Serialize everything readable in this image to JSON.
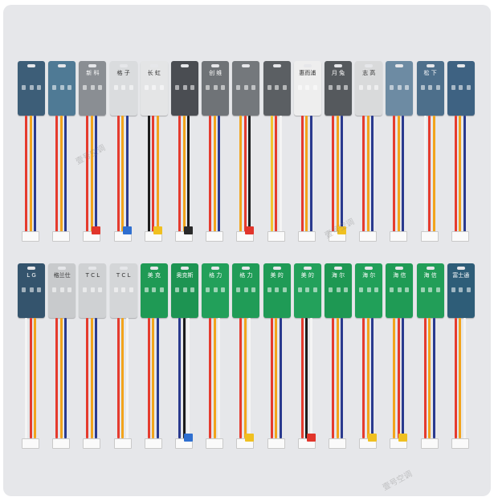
{
  "image": {
    "description_free": true,
    "watermarks": [
      "壹号空调",
      "壹号空调",
      "壹号空调"
    ]
  },
  "colors": {
    "background": "#e6e7ea",
    "wire_red": "#e53b2e",
    "wire_orange": "#f2a41c",
    "wire_yellow": "#f3c431",
    "wire_blue": "#2a3a8e",
    "wire_white": "#f4f4f4",
    "wire_black": "#1c1c1c"
  },
  "row1": [
    {
      "tag_color": "#3d5e78",
      "label": "",
      "wires": [
        "#e53b2e",
        "#f2a41c",
        "#2a3a8e"
      ],
      "connector": "white"
    },
    {
      "tag_color": "#4f7a95",
      "label": "",
      "wires": [
        "#e53b2e",
        "#f2a41c",
        "#2a3a8e"
      ],
      "connector": "white"
    },
    {
      "tag_color": "#8a8e93",
      "label": "新 科",
      "wires": [
        "#e53b2e",
        "#f2a41c",
        "#2a3a8e"
      ],
      "connector": "red"
    },
    {
      "tag_color": "#dadcde",
      "label": "格 子",
      "wires": [
        "#e53b2e",
        "#f2a41c",
        "#2a3a8e"
      ],
      "connector": "blue"
    },
    {
      "tag_color": "#e4e5e6",
      "label": "长 虹",
      "wires": [
        "#1c1c1c",
        "#e53b2e",
        "#f2a41c"
      ],
      "connector": "yellow"
    },
    {
      "tag_color": "#4a4d52",
      "label": "",
      "wires": [
        "#e53b2e",
        "#f2a41c",
        "#1c1c1c"
      ],
      "connector": "black"
    },
    {
      "tag_color": "#6f7377",
      "label": "创 维",
      "wires": [
        "#e53b2e",
        "#f2a41c",
        "#2a3a8e"
      ],
      "connector": "white"
    },
    {
      "tag_color": "#74787c",
      "label": "",
      "wires": [
        "#f2a41c",
        "#e53b2e",
        "#1c1c1c"
      ],
      "connector": "red"
    },
    {
      "tag_color": "#5b5f63",
      "label": "",
      "wires": [
        "#f3c431",
        "#e53b2e",
        "#f4f4f4"
      ],
      "connector": "white"
    },
    {
      "tag_color": "#eeeeee",
      "label": "惠而浦",
      "wires": [
        "#e53b2e",
        "#f2a41c",
        "#2a3a8e"
      ],
      "connector": "white"
    },
    {
      "tag_color": "#55595d",
      "label": "月 兔",
      "wires": [
        "#e53b2e",
        "#f2a41c",
        "#2a3a8e"
      ],
      "connector": "yellow"
    },
    {
      "tag_color": "#d9dadb",
      "label": "志 高",
      "wires": [
        "#e53b2e",
        "#f2a41c",
        "#2a3a8e"
      ],
      "connector": "white"
    },
    {
      "tag_color": "#6d8ba3",
      "label": "",
      "wires": [
        "#e53b2e",
        "#f2a41c",
        "#2a3a8e"
      ],
      "connector": "white"
    },
    {
      "tag_color": "#4d6f8b",
      "label": "松 下",
      "wires": [
        "#f4f4f4",
        "#e53b2e",
        "#f2a41c"
      ],
      "connector": "white"
    },
    {
      "tag_color": "#3e6282",
      "label": "",
      "wires": [
        "#e53b2e",
        "#f2a41c",
        "#2a3a8e"
      ],
      "connector": "white"
    }
  ],
  "row2": [
    {
      "tag_color": "#34546d",
      "label": "L G",
      "wires": [
        "#f4f4f4",
        "#e53b2e",
        "#f2a41c"
      ],
      "connector": "white"
    },
    {
      "tag_color": "#c8cacc",
      "label": "格兰仕",
      "wires": [
        "#e53b2e",
        "#f2a41c",
        "#2a3a8e"
      ],
      "connector": "white"
    },
    {
      "tag_color": "#cfd1d3",
      "label": "T C L",
      "wires": [
        "#e53b2e",
        "#f2a41c",
        "#2a3a8e"
      ],
      "connector": "white"
    },
    {
      "tag_color": "#d4d6d8",
      "label": "T C L",
      "wires": [
        "#e53b2e",
        "#f2a41c",
        "#f4f4f4"
      ],
      "connector": "white"
    },
    {
      "tag_color": "#1f9a55",
      "label": "美 克",
      "wires": [
        "#e53b2e",
        "#f2a41c",
        "#2a3a8e"
      ],
      "connector": "white"
    },
    {
      "tag_color": "#1d9452",
      "label": "奥克斯",
      "wires": [
        "#2a3a8e",
        "#1c1c1c",
        "#f4f4f4"
      ],
      "connector": "blue"
    },
    {
      "tag_color": "#22a05a",
      "label": "格 力",
      "wires": [
        "#e53b2e",
        "#f2a41c",
        "#f4f4f4"
      ],
      "connector": "white"
    },
    {
      "tag_color": "#209c57",
      "label": "格 力",
      "wires": [
        "#e53b2e",
        "#f2a41c",
        "#f4f4f4"
      ],
      "connector": "yellow"
    },
    {
      "tag_color": "#1f9b56",
      "label": "美 的",
      "wires": [
        "#e53b2e",
        "#f2a41c",
        "#2a3a8e"
      ],
      "connector": "white"
    },
    {
      "tag_color": "#23a15b",
      "label": "美 的",
      "wires": [
        "#e53b2e",
        "#1c1c1c",
        "#f4f4f4"
      ],
      "connector": "red"
    },
    {
      "tag_color": "#1e9853",
      "label": "海 尔",
      "wires": [
        "#e53b2e",
        "#f2a41c",
        "#2a3a8e"
      ],
      "connector": "white"
    },
    {
      "tag_color": "#21a059",
      "label": "海 尔",
      "wires": [
        "#e53b2e",
        "#f2a41c",
        "#2a3a8e"
      ],
      "connector": "yellow"
    },
    {
      "tag_color": "#1f9b55",
      "label": "海 信",
      "wires": [
        "#f2a41c",
        "#e53b2e",
        "#2a3a8e"
      ],
      "connector": "yellow"
    },
    {
      "tag_color": "#229e58",
      "label": "海 信",
      "wires": [
        "#e53b2e",
        "#f2a41c",
        "#2a3a8e"
      ],
      "connector": "white"
    },
    {
      "tag_color": "#2e5d78",
      "label": "富士通",
      "wires": [
        "#e53b2e",
        "#f2a41c",
        "#f4f4f4"
      ],
      "connector": "white"
    }
  ]
}
